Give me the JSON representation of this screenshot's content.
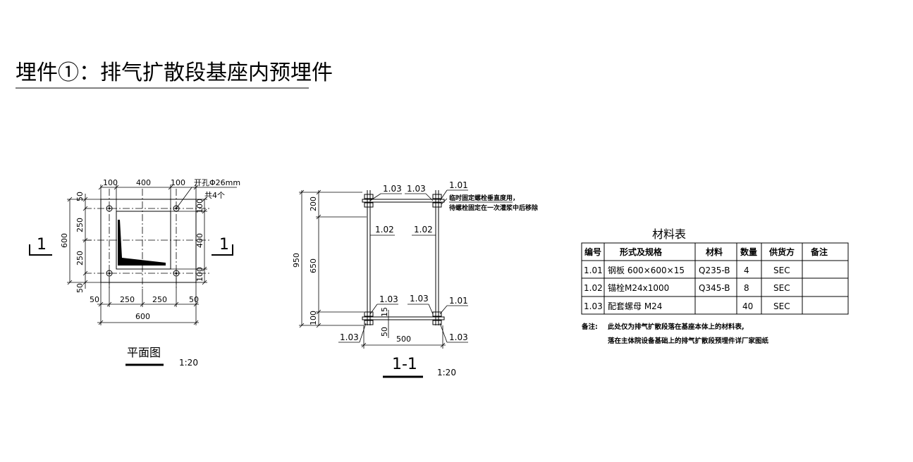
{
  "title": "埋件①：排气扩散段基座内预埋件",
  "plan": {
    "top_dims": [
      "100",
      "400",
      "100"
    ],
    "hole_note": "开孔Φ26mm",
    "hole_count": "共4个",
    "left_dims_outer": "600",
    "left_dims_inner": [
      "50",
      "250",
      "250",
      "50"
    ],
    "right_dims": [
      "100",
      "400",
      "100"
    ],
    "bottom_dims_inner": [
      "50",
      "250",
      "250",
      "50"
    ],
    "bottom_dim_total": "600",
    "section_mark": "1",
    "caption": "平面图",
    "scale": "1:20"
  },
  "section": {
    "left_dims": [
      "200",
      "650",
      "100"
    ],
    "total_dim": "950",
    "bottom_dims": [
      "50",
      "500"
    ],
    "small_dim": "15",
    "callouts": {
      "top_left": "1.03",
      "top_mid": "1.03",
      "top_right": "1.01",
      "mid_left": "1.02",
      "mid_right": "1.02",
      "bot_left_a": "1.03",
      "bot_mid": "1.03",
      "bot_right_a": "1.01",
      "bot_left_b": "1.03",
      "bot_right_b": "1.03"
    },
    "temp_note_1": "临时固定螺栓垂直度用，",
    "temp_note_2": "待螺栓固定在一次灌浆中后移除",
    "caption": "1-1",
    "scale": "1:20"
  },
  "materials": {
    "title": "材料表",
    "headers": [
      "编号",
      "形式及规格",
      "材料",
      "数量",
      "供货方",
      "备注"
    ],
    "rows": [
      {
        "id": "1.01",
        "spec": "钢板 600×600×15",
        "material": "Q235-B",
        "qty": "4",
        "supplier": "SEC",
        "remark": ""
      },
      {
        "id": "1.02",
        "spec": "锚栓M24x1000",
        "material": "Q345-B",
        "qty": "8",
        "supplier": "SEC",
        "remark": ""
      },
      {
        "id": "1.03",
        "spec": "配套螺母 M24",
        "material": "",
        "qty": "40",
        "supplier": "SEC",
        "remark": ""
      }
    ],
    "note_label": "备注:",
    "note_1": "此处仅为排气扩散段落在基座本体上的材料表,",
    "note_2": "落在主体院设备基础上的排气扩散段预埋件详厂家图纸"
  }
}
